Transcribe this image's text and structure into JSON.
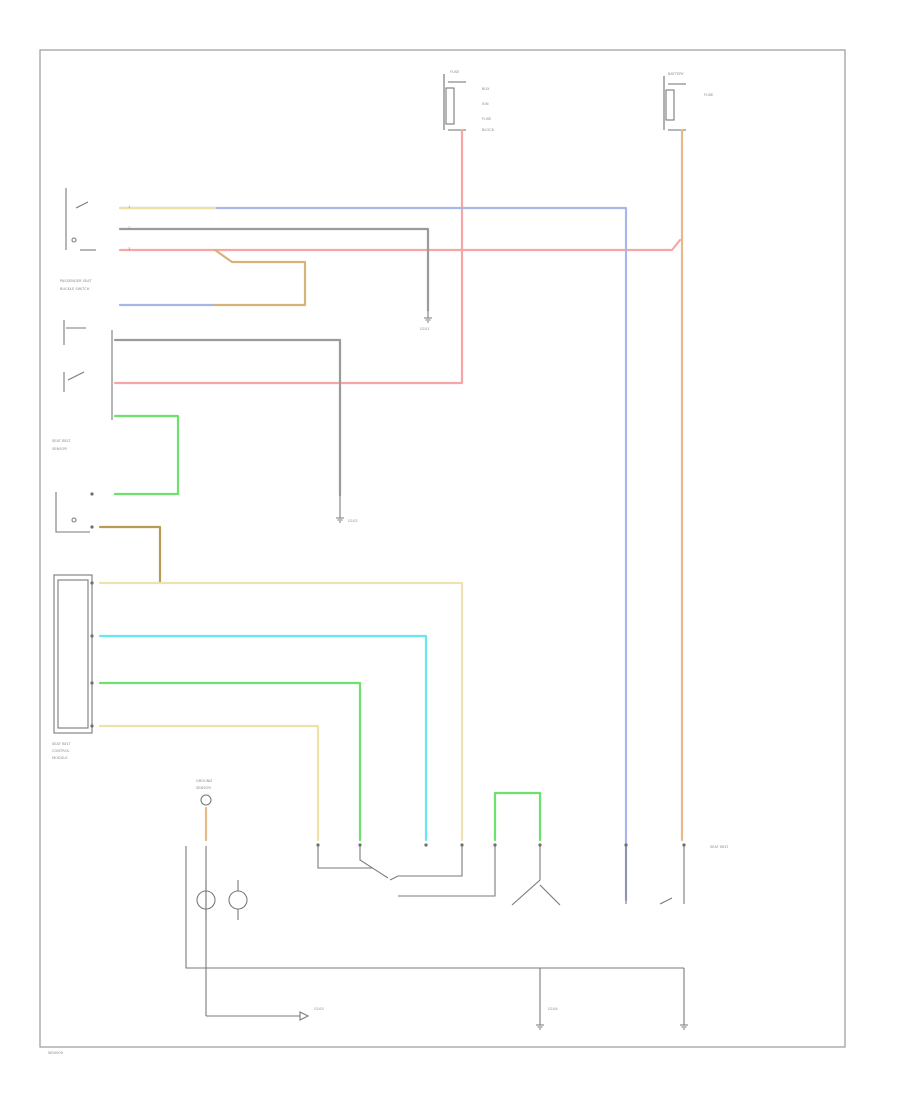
{
  "colors": {
    "red": "#f7a6a6",
    "blue": "#a9b6e8",
    "gray": "#7d7d7d",
    "tan": "#d2ad86",
    "green": "#6ee06e",
    "cyan": "#66e8f0",
    "yellow": "#efe2a8",
    "lightyellow": "#eee2b4",
    "olive": "#b89a55",
    "black": "#555555"
  },
  "labels": {
    "top_fuse_block": [
      "FUSE",
      "BOX",
      "IGN",
      "FUSE",
      "BLOCK"
    ],
    "top_right_block": [
      "BATTERY",
      "FUSE"
    ],
    "sensor_left": [
      "GROUND",
      "SENSOR"
    ],
    "components_left": [
      "PASSENGER SEAT",
      "BUCKLE SWITCH",
      "SEAT BELT",
      "SENSOR"
    ],
    "module": [
      "SEAT BELT",
      "CONTROL",
      "MODULE"
    ],
    "ground_labels": [
      "G101",
      "G102",
      "G103",
      "G104"
    ],
    "right_caption": [
      "SEAT BELT"
    ],
    "bottom_left_code": "W00009"
  }
}
